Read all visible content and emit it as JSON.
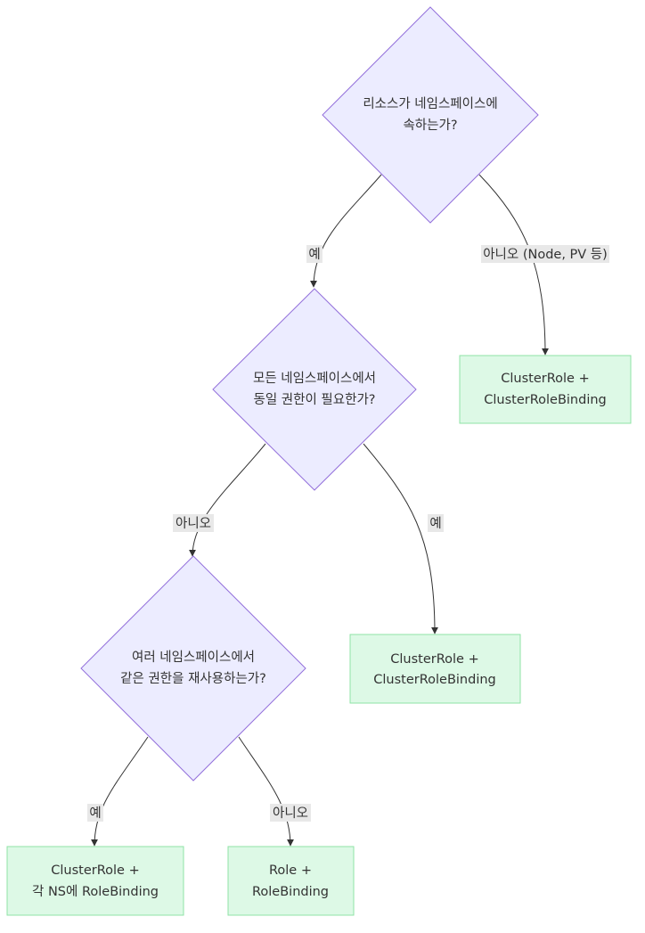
{
  "decisions": [
    {
      "line1": "리소스가 네임스페이스에",
      "line2": "속하는가?"
    },
    {
      "line1": "모든 네임스페이스에서",
      "line2": "동일 권한이 필요한가?"
    },
    {
      "line1": "여러 네임스페이스에서",
      "line2": "같은 권한을 재사용하는가?"
    }
  ],
  "results": [
    {
      "line1": "ClusterRole +",
      "line2": "ClusterRoleBinding"
    },
    {
      "line1": "ClusterRole +",
      "line2": "ClusterRoleBinding"
    },
    {
      "line1": "ClusterRole +",
      "line2": "각 NS에 RoleBinding"
    },
    {
      "line1": "Role +",
      "line2": "RoleBinding"
    }
  ],
  "edges": [
    {
      "label": "예"
    },
    {
      "label": "아니오 (Node, PV 등)"
    },
    {
      "label": "아니오"
    },
    {
      "label": "예"
    },
    {
      "label": "예"
    },
    {
      "label": "아니오"
    }
  ]
}
